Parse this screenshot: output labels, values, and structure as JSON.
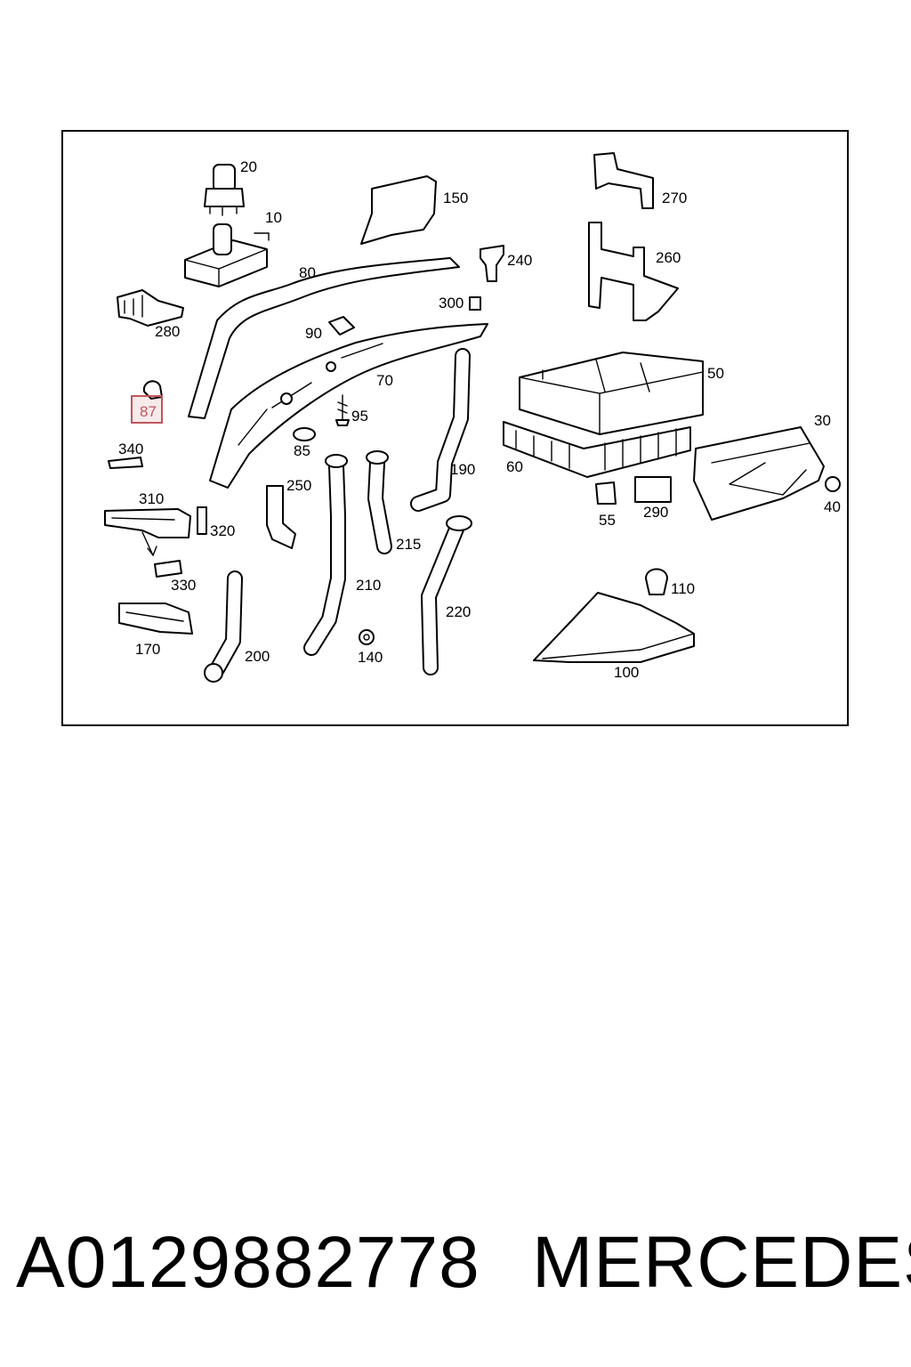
{
  "diagram": {
    "highlight_color": "#c0565e",
    "highlighted_callout": "87",
    "callouts": {
      "c10": "10",
      "c20": "20",
      "c30": "30",
      "c40": "40",
      "c50": "50",
      "c55": "55",
      "c60": "60",
      "c70": "70",
      "c80": "80",
      "c85": "85",
      "c87": "87",
      "c90": "90",
      "c95": "95",
      "c100": "100",
      "c110": "110",
      "c140": "140",
      "c150": "150",
      "c170": "170",
      "c190": "190",
      "c200": "200",
      "c210": "210",
      "c215": "215",
      "c220": "220",
      "c240": "240",
      "c250": "250",
      "c260": "260",
      "c270": "270",
      "c280": "280",
      "c290": "290",
      "c300": "300",
      "c310": "310",
      "c320": "320",
      "c330": "330",
      "c340": "340"
    }
  },
  "footer": {
    "part_number": "A0129882778",
    "brand": "MERCEDES"
  }
}
